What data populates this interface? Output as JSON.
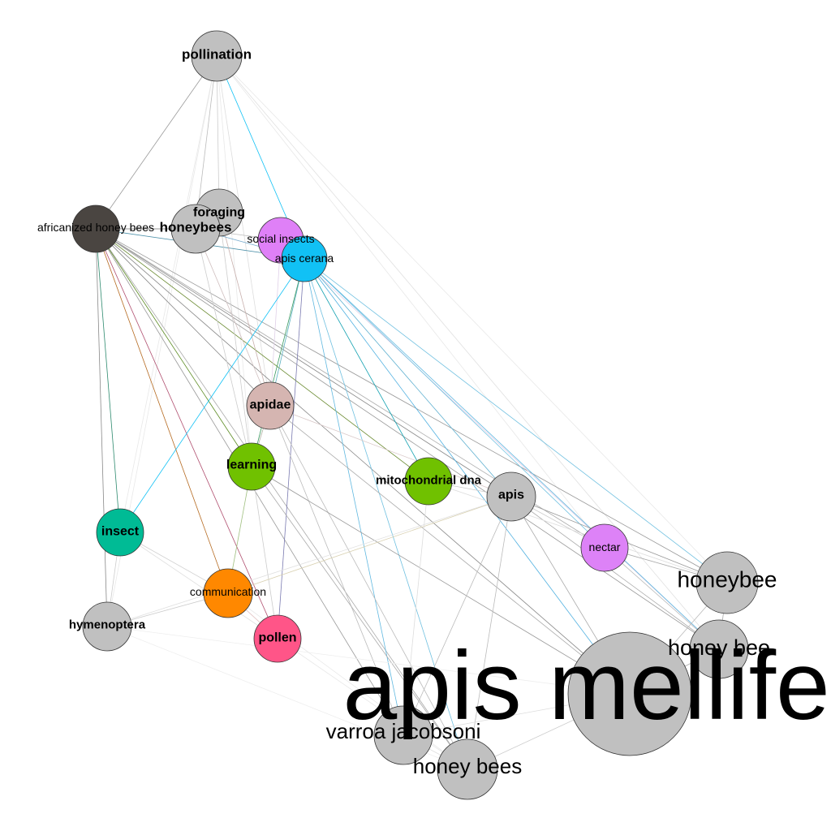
{
  "graph": {
    "nodes": [
      {
        "id": "pollination",
        "label": "pollination",
        "color": "#c0c0c0",
        "bold": true
      },
      {
        "id": "africanized",
        "label": "africanized honey bees",
        "color": "#4a4541",
        "bold": false
      },
      {
        "id": "foraging",
        "label": "foraging",
        "color": "#c0c0c0",
        "bold": true
      },
      {
        "id": "honeybees_a",
        "label": "honeybees",
        "color": "#c0c0c0",
        "bold": true
      },
      {
        "id": "social_insects",
        "label": "social insects",
        "color": "#df80f7",
        "bold": false
      },
      {
        "id": "apis_cerana",
        "label": "apis cerana",
        "color": "#11c1f5",
        "bold": false
      },
      {
        "id": "apidae",
        "label": "apidae",
        "color": "#d5b5b1",
        "bold": true
      },
      {
        "id": "learning",
        "label": "learning",
        "color": "#70c100",
        "bold": true
      },
      {
        "id": "mito_dna",
        "label": "mitochondrial dna",
        "color": "#70c100",
        "bold": true
      },
      {
        "id": "apis",
        "label": "apis",
        "color": "#c0c0c0",
        "bold": true
      },
      {
        "id": "insect",
        "label": "insect",
        "color": "#00bb95",
        "bold": true
      },
      {
        "id": "nectar",
        "label": "nectar",
        "color": "#dd82f7",
        "bold": false
      },
      {
        "id": "honeybee",
        "label": "honeybee",
        "color": "#c0c0c0",
        "bold": false
      },
      {
        "id": "communication",
        "label": "communication",
        "color": "#ff8800",
        "bold": false
      },
      {
        "id": "hymenoptera",
        "label": "hymenoptera",
        "color": "#c0c0c0",
        "bold": true
      },
      {
        "id": "pollen",
        "label": "pollen",
        "color": "#ff5588",
        "bold": true
      },
      {
        "id": "honey_bee",
        "label": "honey bee",
        "color": "#c0c0c0",
        "bold": false
      },
      {
        "id": "apis_mellifera",
        "label": "apis mellifera",
        "color": "#c0c0c0",
        "bold": false
      },
      {
        "id": "varroa",
        "label": "varroa jacobsoni",
        "color": "#c0c0c0",
        "bold": false
      },
      {
        "id": "honey_bees",
        "label": "honey bees",
        "color": "#c0c0c0",
        "bold": false
      }
    ],
    "edges": [
      [
        "pollination",
        "africanized",
        "#999999"
      ],
      [
        "pollination",
        "apis_cerana",
        "#11c1f5"
      ],
      [
        "pollination",
        "honeybees_a",
        "#bbbbbb"
      ],
      [
        "pollination",
        "foraging",
        "#cccccc"
      ],
      [
        "pollination",
        "apidae",
        "#dddddd"
      ],
      [
        "pollination",
        "insect",
        "#e8e8e8"
      ],
      [
        "pollination",
        "hymenoptera",
        "#e8e8e8"
      ],
      [
        "pollination",
        "honey_bee",
        "#e0e0e0"
      ],
      [
        "pollination",
        "nectar",
        "#e8e8e8"
      ],
      [
        "pollination",
        "honeybee",
        "#e8e8e8"
      ],
      [
        "pollination",
        "learning",
        "#e8e8e8"
      ],
      [
        "africanized",
        "honeybees_a",
        "#777777"
      ],
      [
        "africanized",
        "apis_cerana",
        "#4a8fa8"
      ],
      [
        "africanized",
        "insect",
        "#2d8a6e"
      ],
      [
        "africanized",
        "hymenoptera",
        "#888888"
      ],
      [
        "africanized",
        "communication",
        "#b56a20"
      ],
      [
        "africanized",
        "pollen",
        "#b05070"
      ],
      [
        "africanized",
        "learning",
        "#5a8a20"
      ],
      [
        "africanized",
        "apidae",
        "#888888"
      ],
      [
        "africanized",
        "mito_dna",
        "#6a8a30"
      ],
      [
        "africanized",
        "apis",
        "#888888"
      ],
      [
        "africanized",
        "honeybee",
        "#999999"
      ],
      [
        "africanized",
        "honey_bee",
        "#999999"
      ],
      [
        "africanized",
        "apis_mellifera",
        "#888888"
      ],
      [
        "africanized",
        "varroa",
        "#999999"
      ],
      [
        "africanized",
        "honey_bees",
        "#aaaaaa"
      ],
      [
        "africanized",
        "nectar",
        "#aaaaaa"
      ],
      [
        "foraging",
        "apidae",
        "#c8b0ad"
      ],
      [
        "foraging",
        "learning",
        "#cccccc"
      ],
      [
        "honeybees_a",
        "apis_cerana",
        "#7aaed0"
      ],
      [
        "honeybees_a",
        "social_insects",
        "#bbbbbb"
      ],
      [
        "honeybees_a",
        "learning",
        "#cccccc"
      ],
      [
        "honeybees_a",
        "apidae",
        "#d0c0c0"
      ],
      [
        "social_insects",
        "honey_bee",
        "#e0d0e8"
      ],
      [
        "social_insects",
        "apidae",
        "#e0d0e8"
      ],
      [
        "apis_cerana",
        "insect",
        "#11c1f5"
      ],
      [
        "apis_cerana",
        "learning",
        "#3a9a60"
      ],
      [
        "apis_cerana",
        "apidae",
        "#5ab0c0"
      ],
      [
        "apis_cerana",
        "pollen",
        "#7a7ab0"
      ],
      [
        "apis_cerana",
        "mito_dna",
        "#11a0b0"
      ],
      [
        "apis_cerana",
        "apis",
        "#60b0d0"
      ],
      [
        "apis_cerana",
        "nectar",
        "#70c0e0"
      ],
      [
        "apis_cerana",
        "honeybee",
        "#70c0e0"
      ],
      [
        "apis_cerana",
        "honey_bee",
        "#60b8e0"
      ],
      [
        "apis_cerana",
        "apis_mellifera",
        "#50b0e0"
      ],
      [
        "apis_cerana",
        "varroa",
        "#60b8e0"
      ],
      [
        "apis_cerana",
        "honey_bees",
        "#70c0e0"
      ],
      [
        "apidae",
        "learning",
        "#b0b0a0"
      ],
      [
        "apidae",
        "apis",
        "#d8c8c8"
      ],
      [
        "apidae",
        "apis_mellifera",
        "#aaaaaa"
      ],
      [
        "apidae",
        "honey_bees",
        "#bbbbbb"
      ],
      [
        "apidae",
        "varroa",
        "#bbbbbb"
      ],
      [
        "learning",
        "communication",
        "#a0c080"
      ],
      [
        "learning",
        "apis_mellifera",
        "#999999"
      ],
      [
        "learning",
        "honey_bees",
        "#aaaaaa"
      ],
      [
        "learning",
        "pollen",
        "#cccccc"
      ],
      [
        "apis",
        "apis_mellifera",
        "#aaaaaa"
      ],
      [
        "apis",
        "honeybee",
        "#999999"
      ],
      [
        "apis",
        "honey_bee",
        "#aaaaaa"
      ],
      [
        "apis",
        "varroa",
        "#bbbbbb"
      ],
      [
        "apis",
        "honey_bees",
        "#bbbbbb"
      ],
      [
        "apis",
        "nectar",
        "#cccccc"
      ],
      [
        "apis",
        "communication",
        "#d8d0b0"
      ],
      [
        "apis",
        "hymenoptera",
        "#e0e0e0"
      ],
      [
        "nectar",
        "honeybee",
        "#aaaaaa"
      ],
      [
        "nectar",
        "honey_bee",
        "#bbbbbb"
      ],
      [
        "honeybee",
        "honey_bee",
        "#aaaaaa"
      ],
      [
        "honeybee",
        "apis_mellifera",
        "#bbbbbb"
      ],
      [
        "honey_bee",
        "apis_mellifera",
        "#aaaaaa"
      ],
      [
        "apis_mellifera",
        "honey_bees",
        "#cccccc"
      ],
      [
        "apis_mellifera",
        "varroa",
        "#dddddd"
      ],
      [
        "varroa",
        "honey_bees",
        "#dddddd"
      ],
      [
        "hymenoptera",
        "communication",
        "#cccccc"
      ],
      [
        "hymenoptera",
        "insect",
        "#cccccc"
      ],
      [
        "hymenoptera",
        "honey_bees",
        "#eeeeee"
      ],
      [
        "hymenoptera",
        "apis_mellifera",
        "#eeeeee"
      ],
      [
        "insect",
        "communication",
        "#d0d0d0"
      ],
      [
        "insect",
        "pollen",
        "#e0e0e0"
      ],
      [
        "communication",
        "pollen",
        "#e0c0c0"
      ],
      [
        "communication",
        "honey_bees",
        "#e8e8e8"
      ],
      [
        "pollen",
        "honey_bees",
        "#e8e8e8"
      ],
      [
        "mito_dna",
        "apis",
        "#cccccc"
      ],
      [
        "mito_dna",
        "honeybee",
        "#dddddd"
      ],
      [
        "mito_dna",
        "varroa",
        "#dddddd"
      ]
    ]
  }
}
